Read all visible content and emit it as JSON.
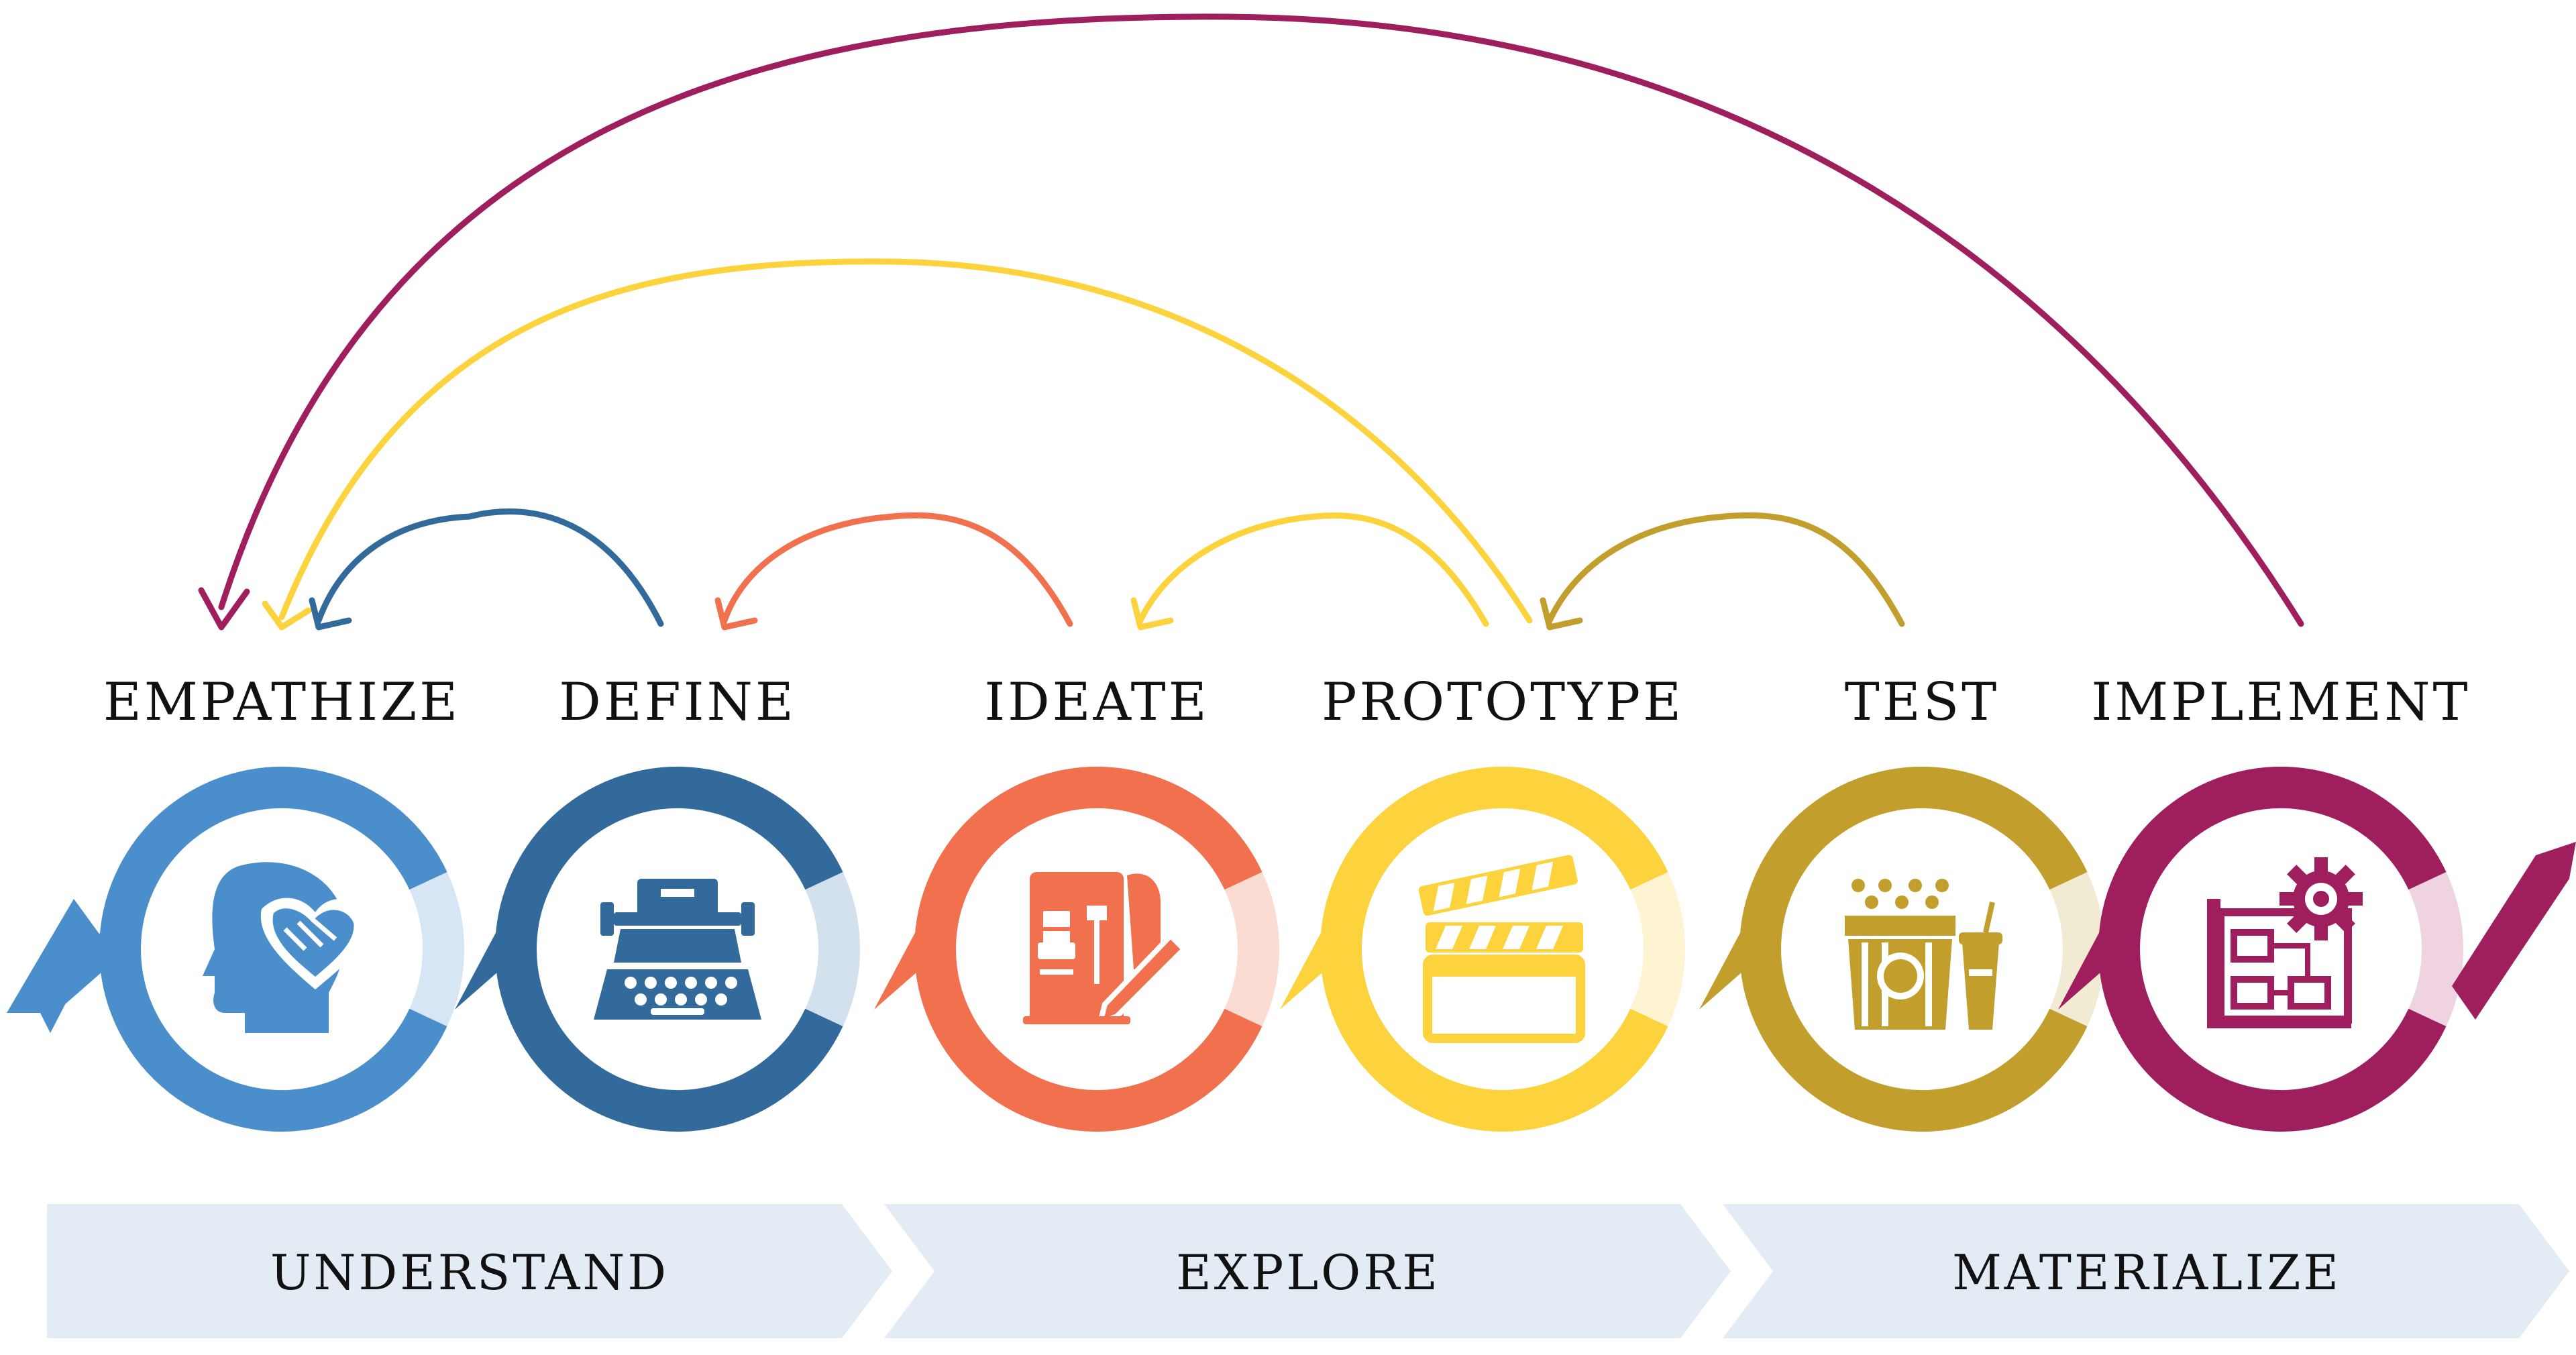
{
  "colors": {
    "empathize": "#4A8ECB",
    "define": "#336A9C",
    "ideate": "#F1704E",
    "prototype": "#FDD33D",
    "test": "#C29E2C",
    "implement": "#9E1E5E",
    "phase_band": "#E3EBF5"
  },
  "stages": [
    {
      "label": "EMPATHIZE",
      "icon": "head-handshake-icon",
      "color": "#4A8ECB",
      "light": "#D6E6F4"
    },
    {
      "label": "DEFINE",
      "icon": "typewriter-icon",
      "color": "#336A9C",
      "light": "#D3E0EE"
    },
    {
      "label": "IDEATE",
      "icon": "blueprint-pencil-icon",
      "color": "#F1704E",
      "light": "#FBDCD2"
    },
    {
      "label": "PROTOTYPE",
      "icon": "clapperboard-icon",
      "color": "#FDD33D",
      "light": "#FEF4D2"
    },
    {
      "label": "TEST",
      "icon": "popcorn-icon",
      "color": "#C29E2C",
      "light": "#F2EBD3"
    },
    {
      "label": "IMPLEMENT",
      "icon": "gear-flowchart-icon",
      "color": "#9E1E5E",
      "light": "#EFD3E1"
    }
  ],
  "phases": [
    {
      "label": "UNDERSTAND"
    },
    {
      "label": "EXPLORE"
    },
    {
      "label": "MATERIALIZE"
    }
  ],
  "feedback_arrows": [
    {
      "from": "DEFINE",
      "to": "EMPATHIZE",
      "color": "#336A9C"
    },
    {
      "from": "IDEATE",
      "to": "DEFINE",
      "color": "#F1704E"
    },
    {
      "from": "PROTOTYPE",
      "to": "IDEATE",
      "color": "#FDD33D"
    },
    {
      "from": "TEST",
      "to": "PROTOTYPE",
      "color": "#C29E2C"
    },
    {
      "from": "PROTOTYPE",
      "to": "EMPATHIZE",
      "color": "#FDD33D"
    },
    {
      "from": "IMPLEMENT",
      "to": "EMPATHIZE",
      "color": "#9E1E5E"
    }
  ]
}
